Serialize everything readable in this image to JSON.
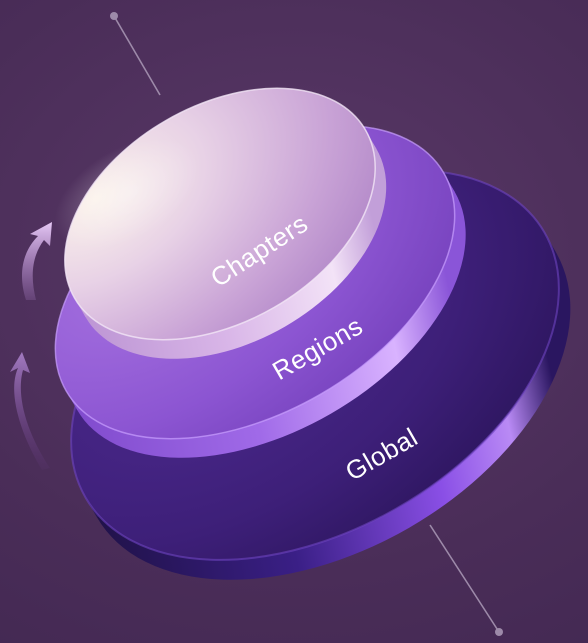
{
  "diagram": {
    "layers": [
      {
        "id": "global",
        "label": "Global"
      },
      {
        "id": "regions",
        "label": "Regions"
      },
      {
        "id": "chapters",
        "label": "Chapters"
      }
    ]
  }
}
